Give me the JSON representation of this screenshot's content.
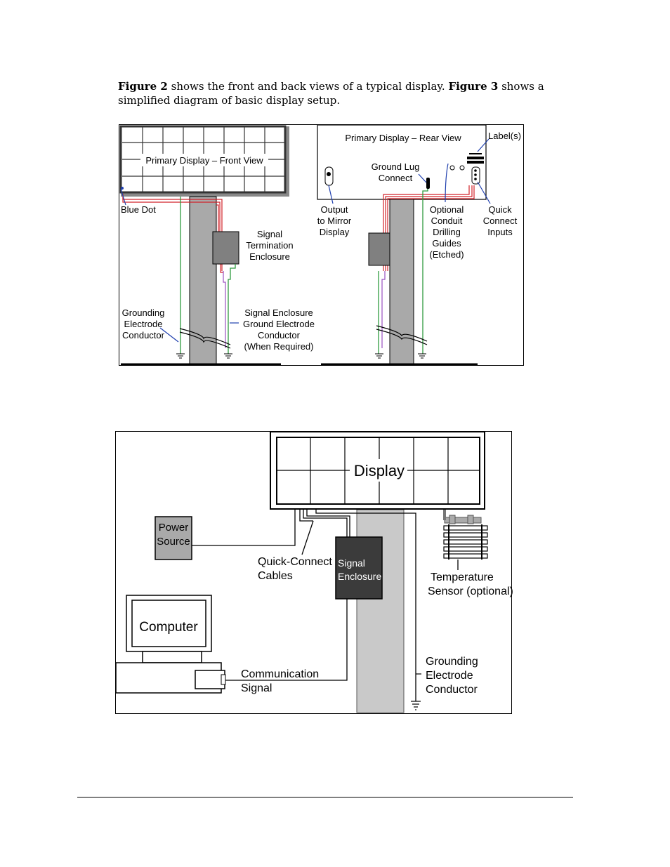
{
  "intro": {
    "fig2_ref": "Figure 2",
    "text1": " shows the front and back views of a typical display. ",
    "fig3_ref": "Figure 3",
    "text2": " shows a simplified diagram of basic display setup."
  },
  "figure2": {
    "front_title": "Primary Display – Front View",
    "rear_title": "Primary Display – Rear View",
    "blue_dot": "Blue Dot",
    "signal_term": [
      "Signal",
      "Termination",
      "Enclosure"
    ],
    "grounding": [
      "Grounding",
      "Electrode",
      "Conductor"
    ],
    "signal_ground": [
      "Signal Enclosure",
      "Ground Electrode",
      "Conductor",
      "(When Required)"
    ],
    "labels": "Label(s)",
    "ground_lug": [
      "Ground Lug",
      "Connect"
    ],
    "output_mirror": [
      "Output",
      "to Mirror",
      "Display"
    ],
    "optional_conduit": [
      "Optional",
      "Conduit",
      "Drilling",
      "Guides",
      "(Etched)"
    ],
    "quick_connect": [
      "Quick",
      "Connect",
      "Inputs"
    ]
  },
  "figure3": {
    "display": "Display",
    "power_source": [
      "Power",
      "Source"
    ],
    "quick_connect_cables": [
      "Quick-Connect",
      "Cables"
    ],
    "signal_enclosure": [
      "Signal",
      "Enclosure"
    ],
    "temperature_sensor": [
      "Temperature",
      "Sensor (optional)"
    ],
    "computer": "Computer",
    "communication_signal": [
      "Communication",
      "Signal"
    ],
    "grounding": [
      "Grounding",
      "Electrode",
      "Conductor"
    ]
  },
  "colors": {
    "red": "#d2232a",
    "green": "#2e9a3e",
    "purple": "#9a4fc0",
    "blue": "#1f3fae",
    "pole": "#a9a9a9"
  }
}
